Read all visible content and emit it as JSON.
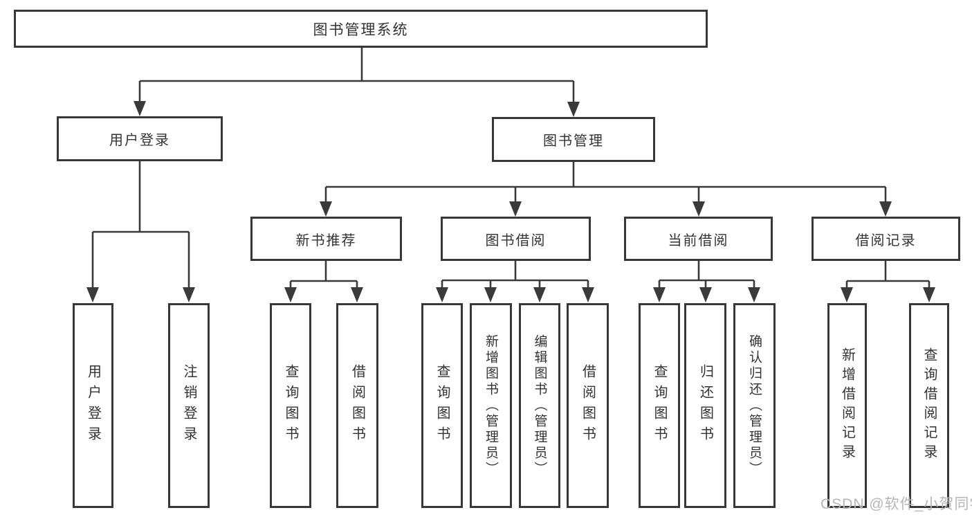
{
  "diagram": {
    "root": {
      "label": "图书管理系统"
    },
    "level2": [
      {
        "label": "用户登录"
      },
      {
        "label": "图书管理"
      }
    ],
    "level3": [
      {
        "label": "新书推荐"
      },
      {
        "label": "图书借阅"
      },
      {
        "label": "当前借阅"
      },
      {
        "label": "借阅记录"
      }
    ],
    "leaves": [
      {
        "label": "用户登录"
      },
      {
        "label": "注销登录"
      },
      {
        "label": "查询图书"
      },
      {
        "label": "借阅图书"
      },
      {
        "label": "查询图书"
      },
      {
        "label": "新增图书（管理员）"
      },
      {
        "label": "编辑图书（管理员）"
      },
      {
        "label": "借阅图书"
      },
      {
        "label": "查询图书"
      },
      {
        "label": "归还图书"
      },
      {
        "label": "确认归还（管理员）"
      },
      {
        "label": "新增借阅记录"
      },
      {
        "label": "查询借阅记录"
      }
    ],
    "watermark": "CSDN @软件_小贺同学",
    "colors": {
      "line": "#3a3a3a",
      "border": "#383838",
      "text": "#333333",
      "watermark_text": "#b6b6b6",
      "background": "#ffffff"
    }
  }
}
